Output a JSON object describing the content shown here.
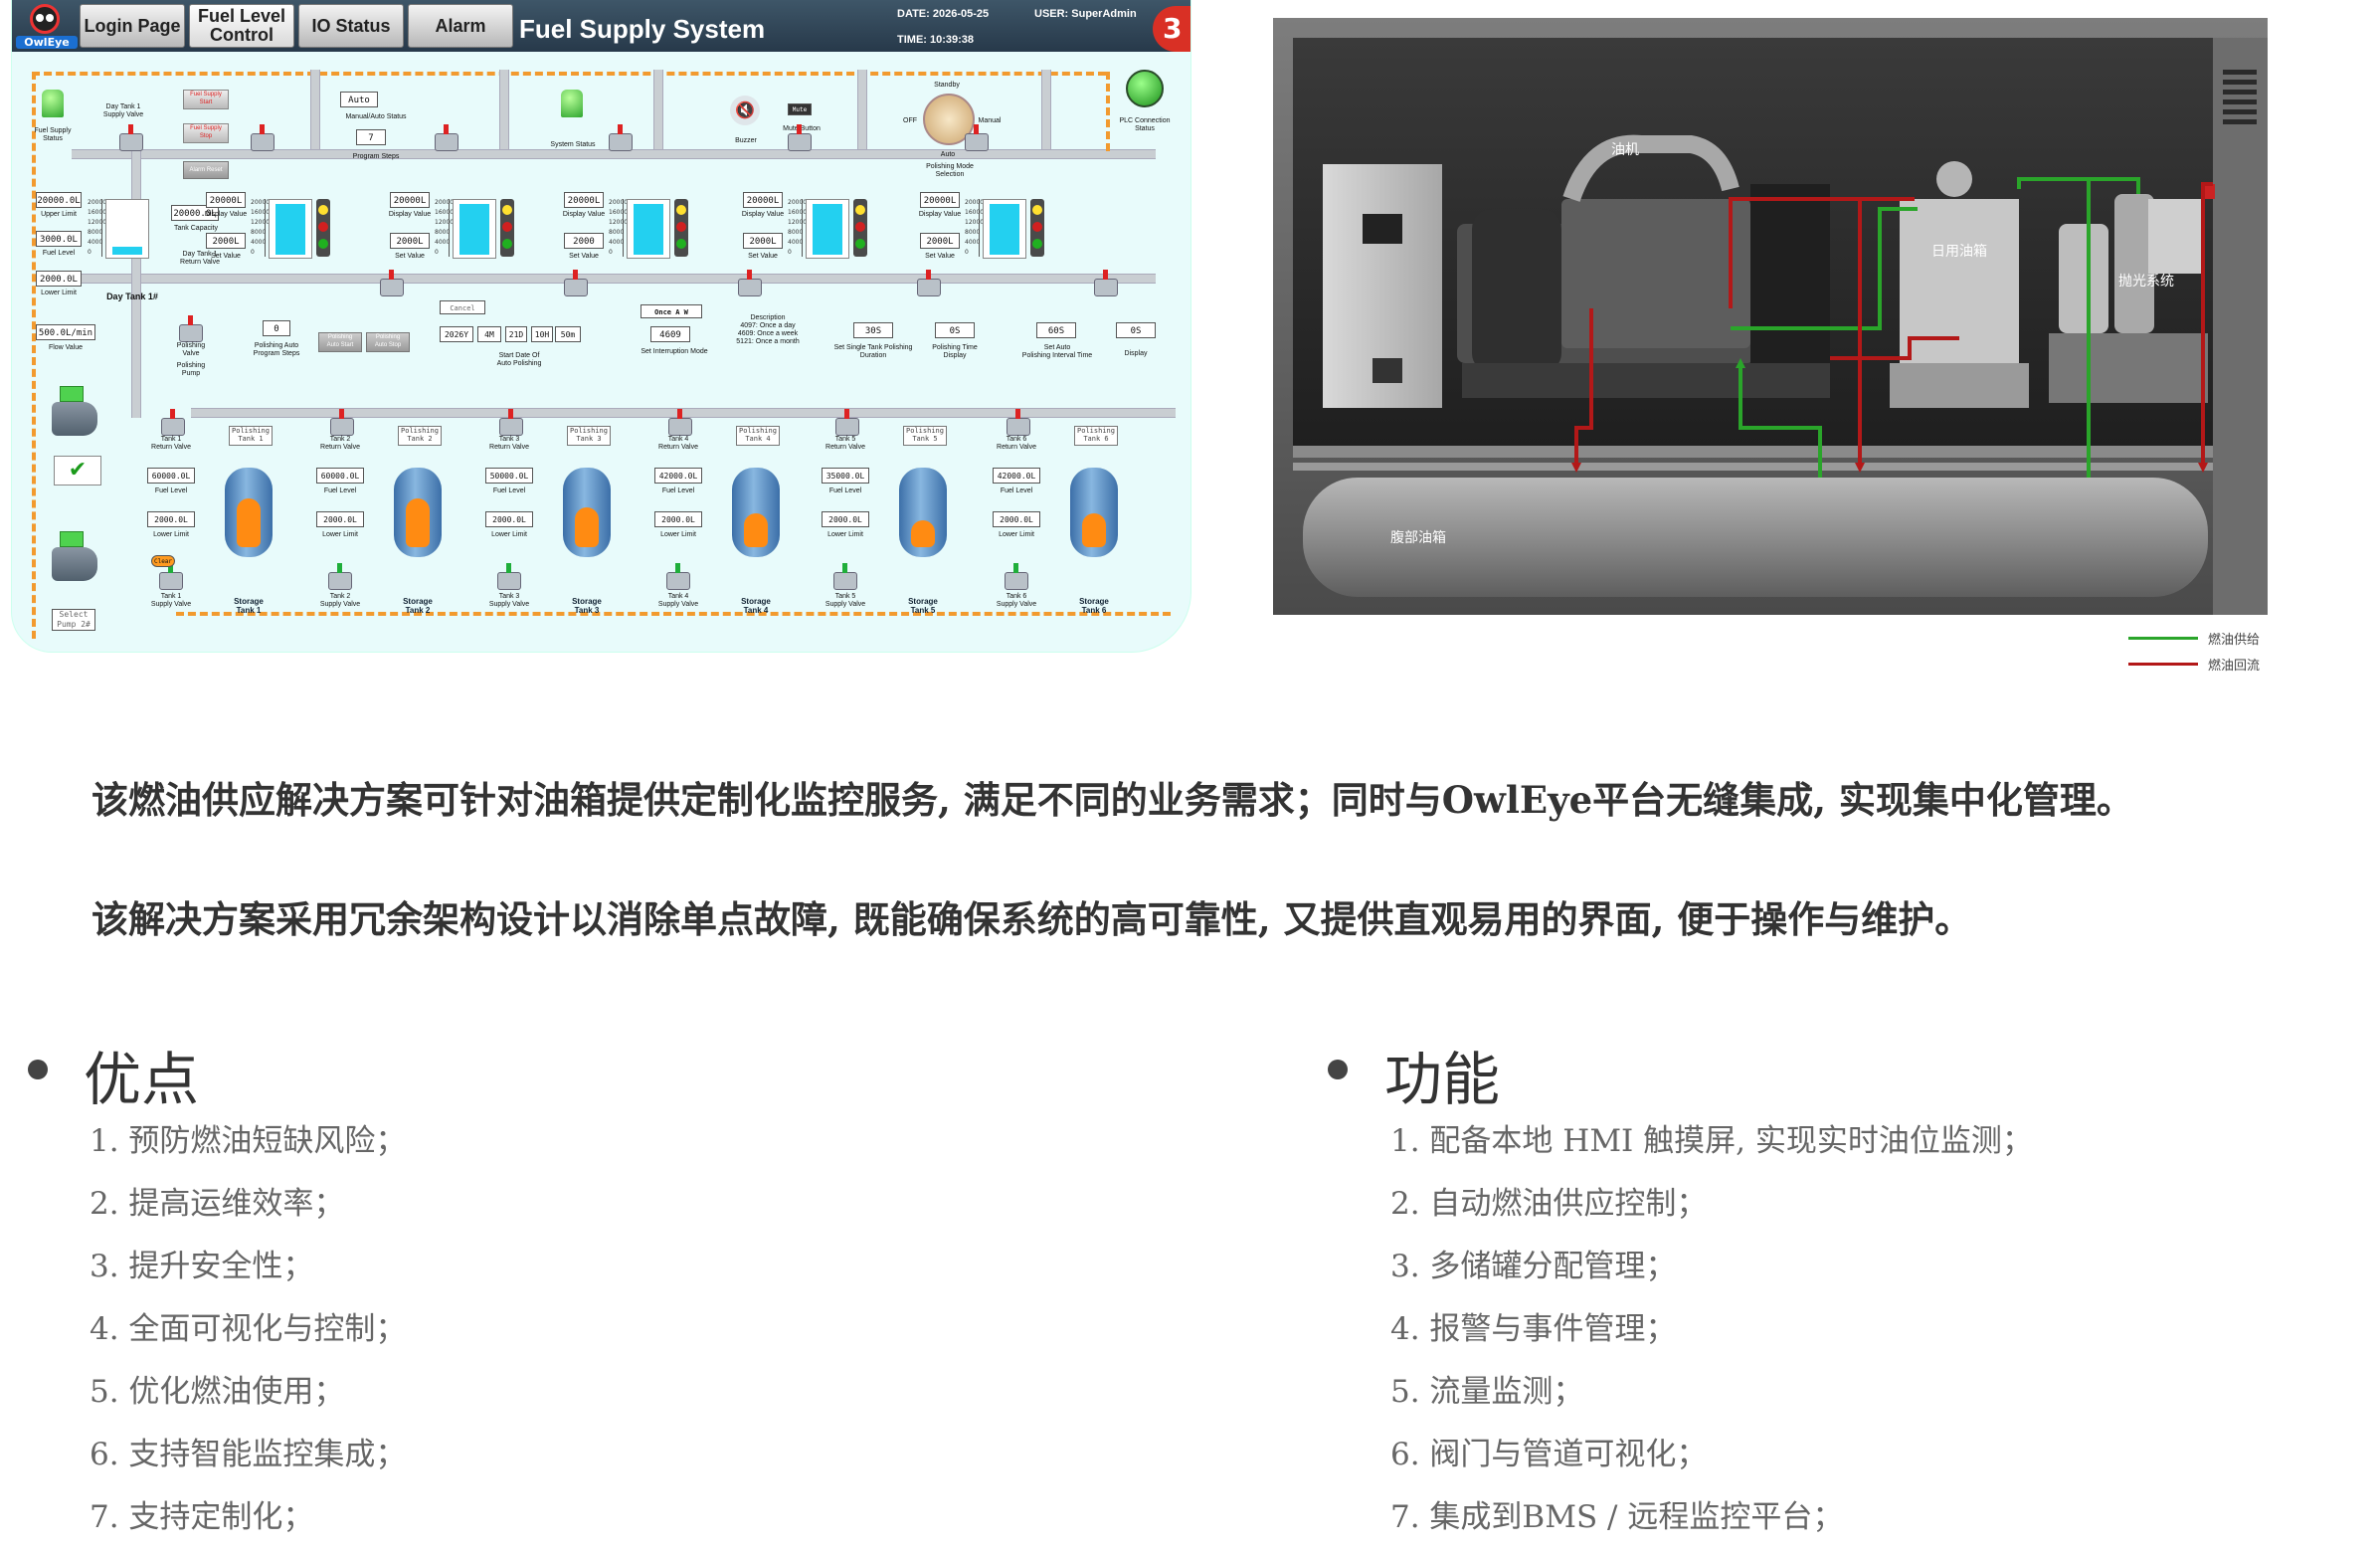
{
  "hmi": {
    "logo_text": "OwlEye",
    "nav": [
      "Login Page",
      "Fuel Level\nControl",
      "IO Status",
      "Alarm"
    ],
    "title": "Fuel Supply System",
    "date": "DATE:  2026-05-25",
    "time": "TIME:  10:39:38",
    "user": "USER:  SuperAdmin",
    "badge": "3",
    "fuel_supply_status": "Fuel Supply\nStatus",
    "day_tank_supply_valve": "Day Tank 1\nSupply Valve",
    "fuel_supply_start": "Fuel Supply\nStart",
    "fuel_supply_stop": "Fuel Supply\nStop",
    "alarm_reset": "Alarm Reset",
    "manual_auto_value": "Auto",
    "manual_auto_status": "Manual/Auto Status",
    "program_steps_value": "7",
    "program_steps": "Program Steps",
    "system_status": "System Status",
    "buzzer": "Buzzer",
    "mute_button": "Mute Button",
    "mute_label": "Mute",
    "standby": "Standby",
    "off": "OFF",
    "manual": "Manual",
    "auto": "Auto",
    "polishing_mode_selection": "Polishing Mode\nSelection",
    "plc_connection_status": "PLC Connection\nStatus",
    "upper_limit_value": "20000.0L",
    "upper_limit": "Upper Limit",
    "fuel_level_value": "3000.0L",
    "fuel_level": "Fuel Level",
    "lower_limit_value": "2000.0L",
    "lower_limit": "Lower Limit",
    "tank_capacity_value": "20000.0L",
    "tank_capacity": "Tank Capacity",
    "day_tank_return_valve": "Day Tank 1\nReturn Valve",
    "day_tank_name": "Day Tank 1#",
    "flow_value_value": "500.0L/min",
    "flow_value": "Flow Value",
    "polishing_valve": "Polishing\nValve",
    "polishing_pump": "Polishing\nPump",
    "display_value_value": "20000L",
    "display_value": "Display Value",
    "set_value_value": "2000L",
    "set_value": "Set Value",
    "scale": [
      "20000",
      "16000",
      "12000",
      "8000",
      "4000",
      "0"
    ],
    "day_tank_units": [
      {
        "display": "20000L",
        "set": "2000L",
        "display_label": "Display Value",
        "set_label": "Set Value"
      },
      {
        "display": "20000L",
        "set": "2000L",
        "display_label": "Display Value",
        "set_label": "Set Value"
      },
      {
        "display": "20000L",
        "set": "2000",
        "display_label": "Display Value",
        "set_label": "Set Value"
      },
      {
        "display": "20000L",
        "set": "2000L",
        "display_label": "Display Value",
        "set_label": "Set Value"
      },
      {
        "display": "20000L",
        "set": "2000L",
        "display_label": "Display Value",
        "set_label": "Set Value"
      }
    ],
    "auto_polish_steps_value": "0",
    "auto_polish_steps": "Polishing Auto\nProgram Steps",
    "polishing_auto_start": "Polishing\nAuto Start",
    "polishing_auto_stop": "Polishing\nAuto Stop",
    "cancel_label": "Cancel",
    "start_date": [
      "2026Y",
      "4M",
      "21D",
      "10H",
      "50m"
    ],
    "start_date_label": "Start Date Of\nAuto Polishing",
    "interruption_mode_value": "Once A W",
    "interruption_mode_code": "4609",
    "interruption_mode": "Set Interruption Mode",
    "interruption_desc": "Description\n4097: Once a day\n4609: Once a week\n5121: Once a month",
    "single_duration_value": "30S",
    "single_duration": "Set Single Tank Polishing\nDuration",
    "polishing_time_value": "0S",
    "polishing_time": "Polishing Time\nDisplay",
    "auto_interval_value": "60S",
    "auto_interval": "Set Auto\nPolishing Interval Time",
    "display_value2": "0S",
    "display_label": "Display",
    "select_pump": "Select\nPump 2#",
    "tanks": [
      {
        "return_valve": "Tank 1\nReturn Valve",
        "polishing": "Polishing\nTank 1",
        "capacity": "60000.0L",
        "capacity_label": "Fuel Level",
        "lower": "2000.0L",
        "lower_label": "Lower Limit",
        "supply_valve": "Tank 1\nSupply Valve",
        "storage": "Storage\nTank 1",
        "fill": 0.55,
        "clear": "Clear"
      },
      {
        "return_valve": "Tank 2\nReturn Valve",
        "polishing": "Polishing\nTank 2",
        "capacity": "60000.0L",
        "capacity_label": "Fuel Level",
        "lower": "2000.0L",
        "lower_label": "Lower Limit",
        "supply_valve": "Tank 2\nSupply Valve",
        "storage": "Storage\nTank 2",
        "fill": 0.55
      },
      {
        "return_valve": "Tank 3\nReturn Valve",
        "polishing": "Polishing\nTank 3",
        "capacity": "50000.0L",
        "capacity_label": "Fuel Level",
        "lower": "2000.0L",
        "lower_label": "Lower Limit",
        "supply_valve": "Tank 3\nSupply Valve",
        "storage": "Storage\nTank 3",
        "fill": 0.45
      },
      {
        "return_valve": "Tank 4\nReturn Valve",
        "polishing": "Polishing\nTank 4",
        "capacity": "42000.0L",
        "capacity_label": "Fuel Level",
        "lower": "2000.0L",
        "lower_label": "Lower Limit",
        "supply_valve": "Tank 4\nSupply Valve",
        "storage": "Storage\nTank 4",
        "fill": 0.38
      },
      {
        "return_valve": "Tank 5\nReturn Valve",
        "polishing": "Polishing\nTank 5",
        "capacity": "35000.0L",
        "capacity_label": "Fuel Level",
        "lower": "2000.0L",
        "lower_label": "Lower Limit",
        "supply_valve": "Tank 5\nSupply Valve",
        "storage": "Storage\nTank 5",
        "fill": 0.3
      },
      {
        "return_valve": "Tank 6\nReturn Valve",
        "polishing": "Polishing\nTank 6",
        "capacity": "42000.0L",
        "capacity_label": "Fuel Level",
        "lower": "2000.0L",
        "lower_label": "Lower Limit",
        "supply_valve": "Tank 6\nSupply Valve",
        "storage": "Storage\nTank 6",
        "fill": 0.38
      }
    ]
  },
  "photo": {
    "generator": "油机",
    "day_tank": "日用油箱",
    "polishing_system": "抛光系统",
    "belly_tank": "腹部油箱",
    "legend": [
      {
        "label": "燃油供给",
        "color": "#2aa52a"
      },
      {
        "label": "燃油回流",
        "color": "#b31818"
      }
    ]
  },
  "intro": {
    "p1": "该燃油供应解决方案可针对油箱提供定制化监控服务, 满足不同的业务需求；同时与OwlEye平台无缝集成, 实现集中化管理。",
    "p2": "该解决方案采用冗余架构设计以消除单点故障, 既能确保系统的高可靠性, 又提供直观易用的界面, 便于操作与维护。"
  },
  "advantages": {
    "title": "优点",
    "items": [
      "1.  预防燃油短缺风险；",
      "2.  提高运维效率；",
      "3.  提升安全性；",
      "4.  全面可视化与控制；",
      "5.  优化燃油使用；",
      "6.  支持智能监控集成；",
      "7.  支持定制化；"
    ]
  },
  "features": {
    "title": "功能",
    "items": [
      "1.  配备本地 HMI 触摸屏, 实现实时油位监测；",
      "2.  自动燃油供应控制；",
      "3.  多储罐分配管理；",
      "4.  报警与事件管理；",
      "5.  流量监测；",
      "6.  阀门与管道可视化；",
      "7.  集成到BMS / 远程监控平台；"
    ]
  }
}
